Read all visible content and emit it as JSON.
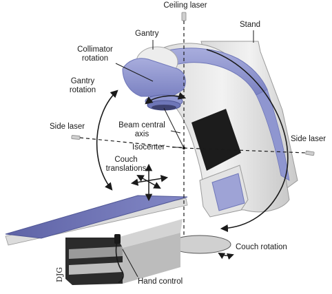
{
  "labels": {
    "ceiling_laser": "Ceiling laser",
    "gantry": "Gantry",
    "stand": "Stand",
    "collimator_rotation": [
      "Collimator",
      "rotation"
    ],
    "gantry_rotation": [
      "Gantry",
      "rotation"
    ],
    "beam_central_axis": [
      "Beam central",
      "axis"
    ],
    "side_laser_left": "Side laser",
    "side_laser_right": "Side laser",
    "isocenter": "Isocenter",
    "couch_translations": [
      "Couch",
      "translations"
    ],
    "couch_rotation": "Couch rotation",
    "hand_control": "Hand control"
  },
  "colors": {
    "gantry_accent": "#8f96d0",
    "gantry_accent_dark": "#6e76b8",
    "machine_body": "#e7e7e7",
    "machine_shadow": "#bdbdbd",
    "couch_top": "#6f74b4",
    "couch_base": "#2b2b2b",
    "line": "#1a1a1a"
  }
}
